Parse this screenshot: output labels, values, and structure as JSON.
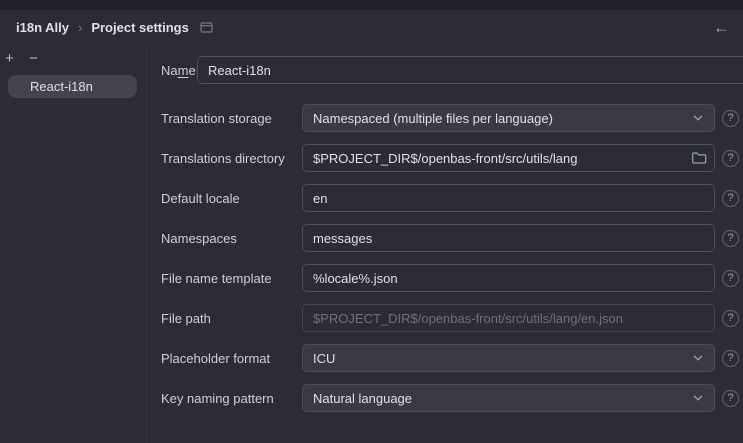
{
  "header": {
    "breadcrumb": [
      {
        "label": "i18n Ally"
      },
      {
        "label": "Project settings"
      }
    ],
    "separator": "›"
  },
  "icons": {
    "back": "←",
    "add": "+",
    "remove": "−",
    "help": "?"
  },
  "sidebar": {
    "items": [
      {
        "label": "React-i18n",
        "selected": true
      }
    ]
  },
  "form": {
    "name": {
      "label_pre": "Na",
      "label_mnemonic": "m",
      "label_post": "e:",
      "value": "React-i18n"
    },
    "rows": [
      {
        "label": "Translation storage",
        "type": "select",
        "value": "Namespaced (multiple files per language)",
        "help": true
      },
      {
        "label": "Translations directory",
        "type": "text-folder",
        "value": "$PROJECT_DIR$/openbas-front/src/utils/lang",
        "help": true
      },
      {
        "label": "Default locale",
        "type": "text",
        "value": "en",
        "help": true
      },
      {
        "label": "Namespaces",
        "type": "text",
        "value": "messages",
        "help": true
      },
      {
        "label": "File name template",
        "type": "text",
        "value": "%locale%.json",
        "help": true
      },
      {
        "label": "File path",
        "type": "text-disabled",
        "value": "$PROJECT_DIR$/openbas-front/src/utils/lang/en.json",
        "help": true
      },
      {
        "label": "Placeholder format",
        "type": "select",
        "value": "ICU",
        "help": true
      },
      {
        "label": "Key naming pattern",
        "type": "select",
        "value": "Natural language",
        "help": true
      }
    ]
  },
  "colors": {
    "background": "#2b2d30",
    "top_strip": "#202225",
    "field_border": "#4e5157",
    "select_background": "#393b40",
    "selection_background": "#43454a",
    "text": "#dfe1e5",
    "muted_text": "#6e7177",
    "icon_gray": "#9da0a8"
  }
}
